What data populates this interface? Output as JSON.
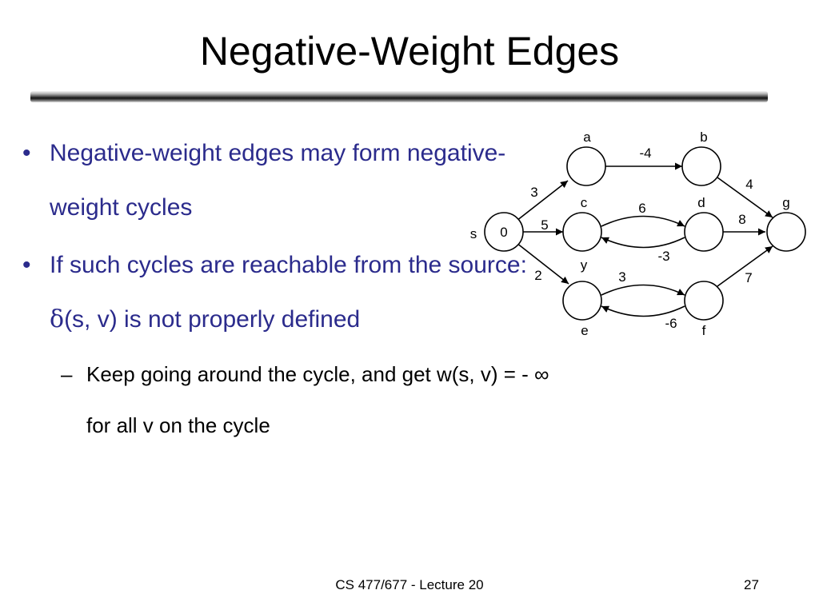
{
  "slide": {
    "title": "Negative-Weight Edges",
    "bullets": [
      {
        "text": "Negative-weight edges may form negative-weight cycles"
      },
      {
        "text_prefix": "If such cycles are reachable from the source: ",
        "delta": "δ",
        "text_suffix": "(s, v) is not properly defined"
      }
    ],
    "sub_bullet": {
      "text_prefix": "Keep going around the cycle, and get w(s, v) = - ",
      "infinity": "∞",
      "text_suffix": " for all v on the cycle"
    },
    "footer": "CS 477/677 - Lecture 20",
    "page_number": "27"
  },
  "graph": {
    "nodes": [
      {
        "id": "s",
        "label": "s",
        "value": "0"
      },
      {
        "id": "a",
        "label": "a"
      },
      {
        "id": "c",
        "label": "c"
      },
      {
        "id": "e",
        "label": "e"
      },
      {
        "id": "b",
        "label": "b"
      },
      {
        "id": "d",
        "label": "d"
      },
      {
        "id": "f",
        "label": "f"
      },
      {
        "id": "g",
        "label": "g"
      }
    ],
    "extra_labels": {
      "y": "y"
    },
    "edges": [
      {
        "from": "s",
        "to": "a",
        "weight": "3"
      },
      {
        "from": "s",
        "to": "c",
        "weight": "5"
      },
      {
        "from": "s",
        "to": "e",
        "weight": "2"
      },
      {
        "from": "a",
        "to": "b",
        "weight": "-4"
      },
      {
        "from": "c",
        "to": "d",
        "weight": "6"
      },
      {
        "from": "d",
        "to": "c",
        "weight": "-3"
      },
      {
        "from": "e",
        "to": "f",
        "weight": "3"
      },
      {
        "from": "f",
        "to": "e",
        "weight": "-6"
      },
      {
        "from": "b",
        "to": "g",
        "weight": "4"
      },
      {
        "from": "d",
        "to": "g",
        "weight": "8"
      },
      {
        "from": "f",
        "to": "g",
        "weight": "7"
      }
    ]
  }
}
